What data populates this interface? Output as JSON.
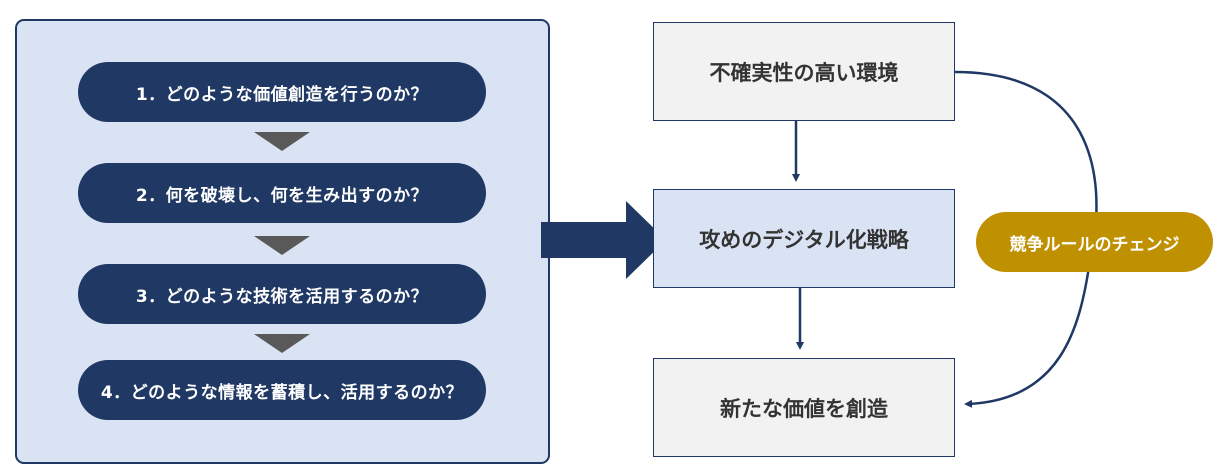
{
  "steps": [
    {
      "label": "1．どのような価値創造を行うのか？"
    },
    {
      "label": "2．何を破壊し、何を生み出すのか？"
    },
    {
      "label": "3．どのような技術を活用するのか？"
    },
    {
      "label": "4．どのような情報を蓄積し、活用するのか？"
    }
  ],
  "flow": {
    "top": "不確実性の高い環境",
    "middle": "攻めのデジタル化戦略",
    "bottom": "新たな価値を創造"
  },
  "side_label": "競争ルールのチェンジ",
  "colors": {
    "navy": "#1f3864",
    "light_blue": "#dae3f3",
    "gray_box": "#f2f2f2",
    "triangle": "#595959",
    "gold": "#bf9000"
  }
}
